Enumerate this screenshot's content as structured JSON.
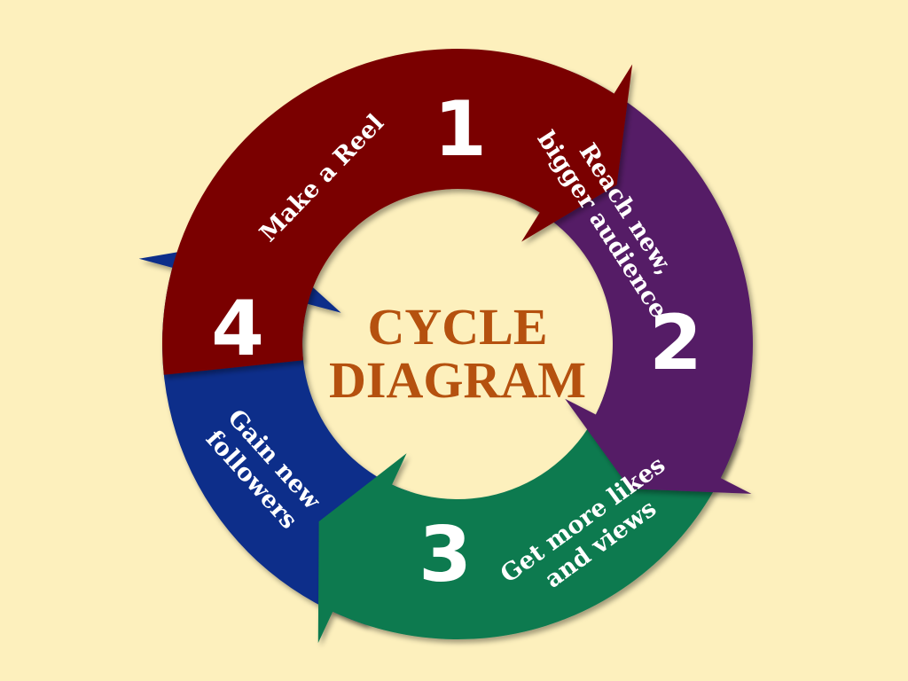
{
  "title": {
    "line1": "CYCLE",
    "line2": "DIAGRAM"
  },
  "steps": [
    {
      "number": "1",
      "lines": [
        "Make a Reel"
      ],
      "color": "#7a0505"
    },
    {
      "number": "2",
      "lines": [
        "Reach new,",
        "bigger audience"
      ],
      "color": "#551b66"
    },
    {
      "number": "3",
      "lines": [
        "Get more likes",
        "and views"
      ],
      "color": "#0a7a50"
    },
    {
      "number": "4",
      "lines": [
        "Gain new",
        "followers"
      ],
      "color": "#0b2d8a"
    }
  ],
  "colors": {
    "background": "#fdf0bd",
    "title": "#b5510f",
    "text": "#ffffff"
  }
}
